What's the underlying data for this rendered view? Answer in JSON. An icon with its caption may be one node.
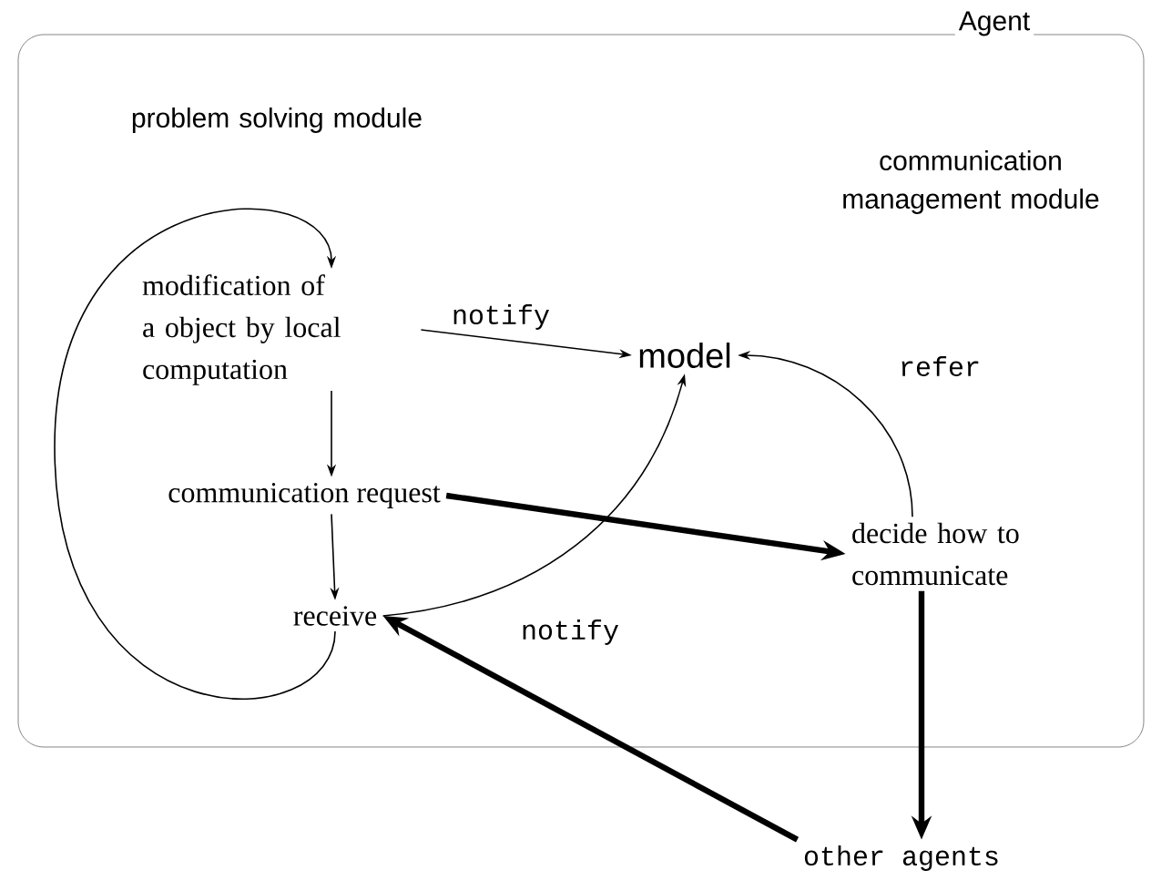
{
  "diagram": {
    "nodes": [
      {
        "text": [
          "Agent"
        ]
      },
      {
        "text": [
          "modification of a object by local computation"
        ],
        "in": 0
      },
      {
        "text": [
          "communication request"
        ],
        "in": 0
      },
      {
        "text": [
          "receive"
        ],
        "in": 0
      },
      {
        "text": [
          "model"
        ],
        "in": 0
      },
      {
        "text": [
          "decide how to communicate"
        ],
        "in": 0
      },
      {
        "text": [
          "other agents"
        ]
      }
    ],
    "edges": [
      {
        "from": 1,
        "to": 4,
        "arrow": "to",
        "label": "notify"
      },
      {
        "from": 1,
        "to": 2,
        "arrow": "to"
      },
      {
        "from": 2,
        "to": 3,
        "arrow": "to"
      },
      {
        "from": 3,
        "to": 4,
        "arrow": "to",
        "label": "notify"
      },
      {
        "from": 5,
        "to": 4,
        "arrow": "to",
        "label": "refer"
      },
      {
        "from": 2,
        "to": 5,
        "arrow": "to",
        "style": "thick"
      },
      {
        "from": 5,
        "to": 6,
        "arrow": "to",
        "style": "thick"
      },
      {
        "from": 6,
        "to": 3,
        "arrow": "to",
        "style": "thick"
      },
      {
        "from": 3,
        "to": 1,
        "arrow": "to"
      }
    ],
    "labels": [
      "problem solving module",
      "communication management module"
    ]
  }
}
